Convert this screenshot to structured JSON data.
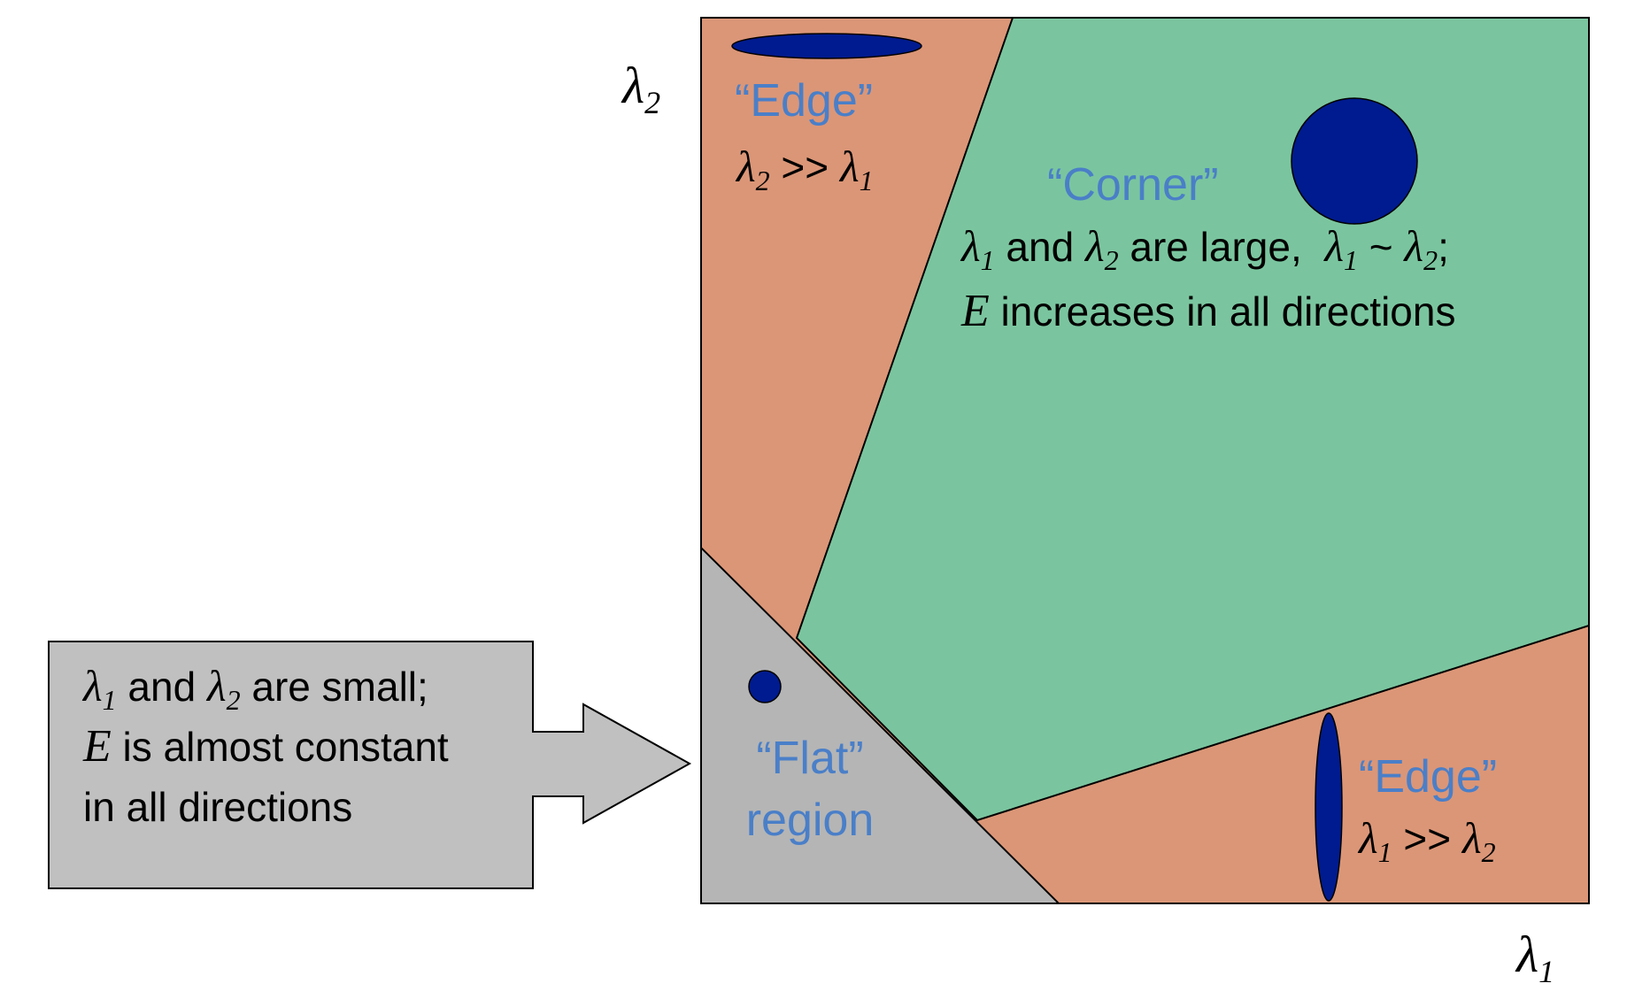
{
  "axes": {
    "x_symbol": "λ",
    "x_sub": "1",
    "y_symbol": "λ",
    "y_sub": "2"
  },
  "regions": {
    "edge_top": {
      "name": "“Edge”",
      "cond": {
        "l2_sym": "λ",
        "l2_sub": "2",
        "rel": " >> ",
        "l1_sym": "λ",
        "l1_sub": "1"
      }
    },
    "corner": {
      "name": "“Corner”",
      "line1": {
        "l1_sym": "λ",
        "l1_sub": "1",
        "and": " and ",
        "l2_sym": "λ",
        "l2_sub": "2",
        "are_large": " are large,  ",
        "l1b_sym": "λ",
        "l1b_sub": "1",
        "sim": " ~ ",
        "l2b_sym": "λ",
        "l2b_sub": "2",
        "end": ";"
      },
      "line2": {
        "E": "E",
        "rest": " increases in all directions"
      }
    },
    "flat": {
      "line1": "“Flat”",
      "line2": "region"
    },
    "edge_bottom": {
      "name": "“Edge”",
      "cond": {
        "l1_sym": "λ",
        "l1_sub": "1",
        "rel": " >> ",
        "l2_sym": "λ",
        "l2_sub": "2"
      }
    }
  },
  "callout": {
    "line1": {
      "l1_sym": "λ",
      "l1_sub": "1",
      "and": " and ",
      "l2_sym": "λ",
      "l2_sub": "2",
      "rest": " are small;"
    },
    "line2": {
      "E": "E",
      "rest": " is almost constant"
    },
    "line3": "in all directions"
  },
  "colors": {
    "edge_region": "#db9677",
    "corner_region": "#7ac59f",
    "flat_region": "#b5b5b5",
    "callout_fill": "#c0c0c0",
    "ellipse_fill": "#001b8f",
    "label_blue": "#4a7fc8",
    "text_black": "#000000"
  }
}
